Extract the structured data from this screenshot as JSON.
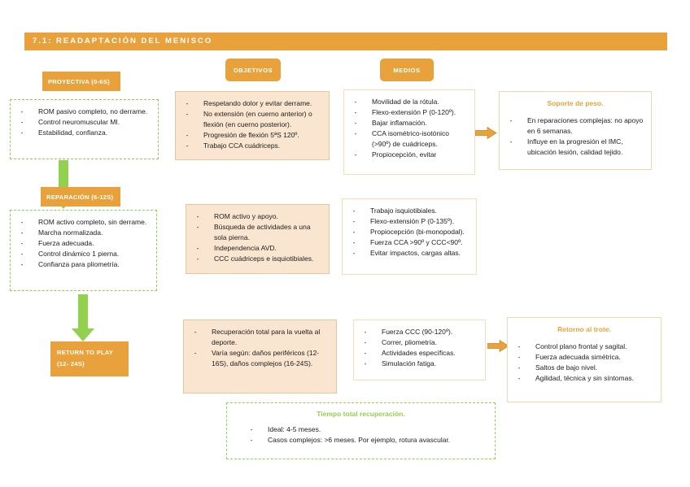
{
  "title_bar": {
    "text": "7.1: READAPTACIÓN DEL MENISCO"
  },
  "column_headers": {
    "objetivos": "OBJETIVOS",
    "medios": "MEDIOS"
  },
  "phases": [
    {
      "label": "PROYECTIVA (0-6S)",
      "criteria": [
        "ROM pasivo completo, no derrame.",
        "Control neuromuscular MI.",
        "Estabilidad, confianza."
      ]
    },
    {
      "label": "REPARACIÓN (6-12S)",
      "criteria": [
        "ROM activo completo, sin derrame.",
        "Marcha normalizada.",
        "Fuerza adecuada.",
        "Control dinámico 1 pierna.",
        "Confianza para pliometría."
      ]
    },
    {
      "label_line1": "RETURN TO PLAY",
      "label_line2": "(12- 24S)"
    }
  ],
  "objetivos": [
    {
      "items": [
        "Respetando dolor y evitar derrame.",
        "No extensión (en cuerno anterior) o flexión (en cuerno posterior).",
        "Progresión de flexión 5ªS 120º.",
        "Trabajo CCA cuádriceps."
      ]
    },
    {
      "items": [
        "ROM activo y apoyo.",
        "Búsqueda de actividades a una sola pierna.",
        "Independencia AVD.",
        "CCC cuádriceps e isquiotibiales."
      ]
    },
    {
      "items": [
        "Recuperación total para la vuelta al deporte.",
        "Varía según: daños periféricos (12-16S), daños complejos (16-24S)."
      ]
    }
  ],
  "medios": [
    {
      "items": [
        "Movilidad de la rótula.",
        "Flexo-extensión P (0-120º).",
        "Bajar inflamación.",
        "CCA isométrico-isotónico (>90º) de cuádriceps.",
        "Propiocepción, evitar"
      ]
    },
    {
      "items": [
        "Trabajo isquiotibiales.",
        "Flexo-extensión P (0-135º).",
        "Propiocepción (bi-monopodal).",
        "Fuerza CCA >90º y CCC<90º.",
        "Evitar impactos, cargas altas."
      ]
    },
    {
      "items": [
        "Fuerza CCC (90-120º).",
        "Correr, pliometría.",
        "Actividades específicas.",
        "Simulación fatiga."
      ]
    }
  ],
  "callouts": [
    {
      "title": "Soporte de peso.",
      "items": [
        "En reparaciones complejas: no apoyo en 6 semanas.",
        "Influye en la progresión el IMC, ubicación lesión, calidad tejido."
      ]
    },
    {
      "title": "Retorno al trote.",
      "items": [
        "Control plano frontal y sagital.",
        "Fuerza adecuada simétrica.",
        "Saltos de bajo nivel.",
        "Agilidad, técnica y sin síntomas."
      ]
    }
  ],
  "footer": {
    "title": "Tiempo total recuperación.",
    "items": [
      "Ideal: 4-5 meses.",
      "Casos complejos: >6 meses. Por ejemplo, rotura avascular."
    ]
  },
  "colors": {
    "orange": "#E9A23B",
    "green": "#92D050",
    "tan_box_bg": "#FAE6D0",
    "tan_box_border": "#E8C69C",
    "light_peach_border": "#F6DEB6"
  }
}
